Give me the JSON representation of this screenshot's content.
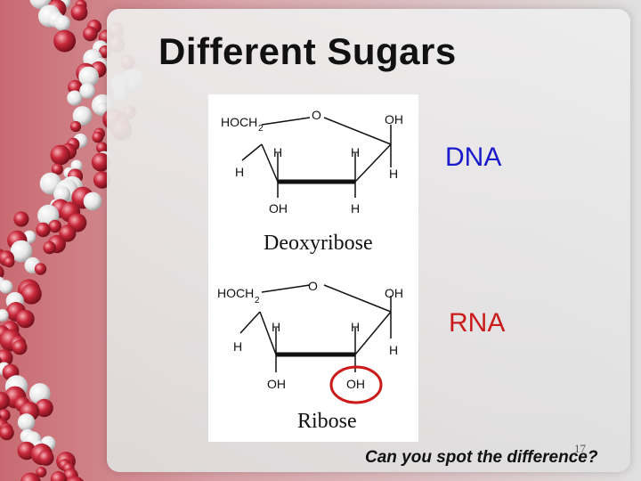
{
  "slide": {
    "title": "Different Sugars",
    "dna_label": "DNA",
    "rna_label": "RNA",
    "question": "Can you spot the difference?",
    "page_number": "17"
  },
  "figure": {
    "deoxyribose": {
      "caption": "Deoxyribose",
      "ring_oxygen": "O",
      "c5_group": "HOCH",
      "c5_subscript": "2",
      "c1_group": "OH",
      "h_c4_upper": "H",
      "h_c1_upper": "H",
      "h_c4_lower": "H",
      "h_c1_lower": "H",
      "c3_group": "OH",
      "c2_group": "H"
    },
    "ribose": {
      "caption": "Ribose",
      "ring_oxygen": "O",
      "c5_group": "HOCH",
      "c5_subscript": "2",
      "c1_group": "OH",
      "h_c4_upper": "H",
      "h_c1_upper": "H",
      "h_c4_lower": "H",
      "h_c1_lower": "H",
      "c3_group": "OH",
      "c2_group": "OH"
    }
  },
  "colors": {
    "dna_label": "#1a1acc",
    "rna_label": "#cc1a1a",
    "highlight_circle": "#cc1a1a",
    "bead_red": "#c8283a",
    "bead_white": "#f2f2f2"
  }
}
